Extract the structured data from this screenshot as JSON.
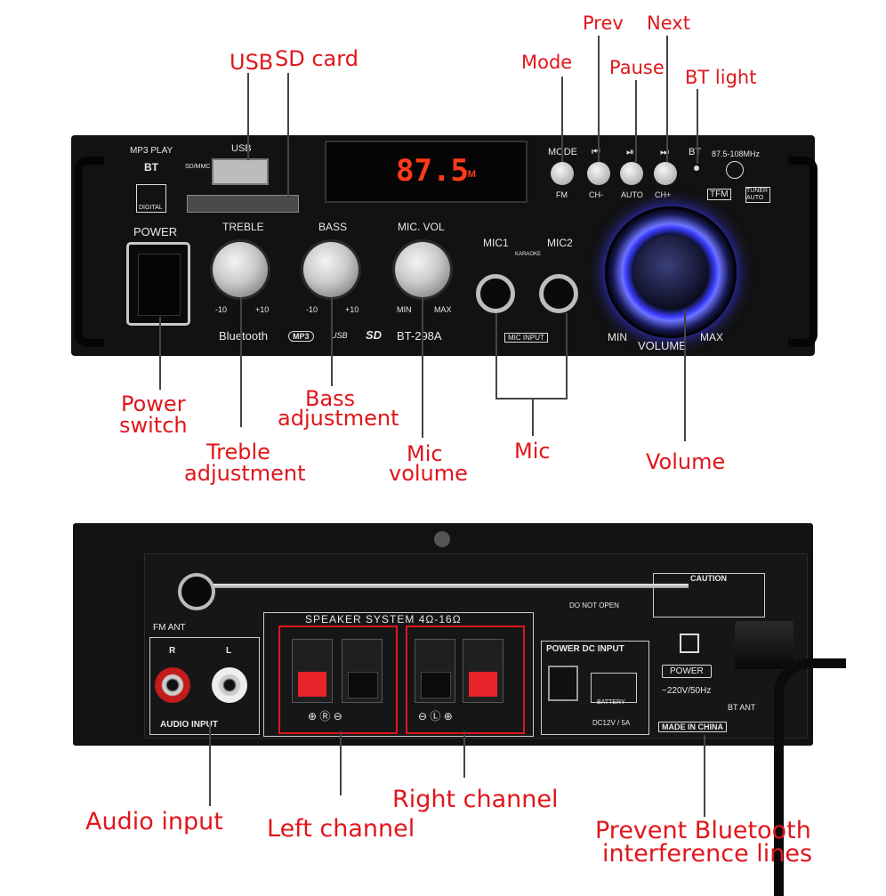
{
  "callouts": {
    "usb": "USB",
    "sd_card": "SD card",
    "mode": "Mode",
    "prev": "Prev",
    "next": "Next",
    "pause": "Pause",
    "bt_light": "BT light",
    "power_switch_1": "Power",
    "power_switch_2": "switch",
    "bass_1": "Bass",
    "bass_2": "adjustment",
    "treble_1": "Treble",
    "treble_2": "adjustment",
    "mic_volume_1": "Mic",
    "mic_volume_2": "volume",
    "mic": "Mic",
    "volume": "Volume",
    "audio_input": "Audio input",
    "left_channel": "Left channel",
    "right_channel": "Right channel",
    "prevent_1": "Prevent Bluetooth",
    "prevent_2": "interference lines"
  },
  "front_panel": {
    "mp3_play": "MP3 PLAY",
    "bt": "BT",
    "digital": "DIGITAL",
    "usb": "USB",
    "sd_mmc": "SD/MMC",
    "display": "87.5",
    "display_unit": "FM",
    "mode": "MODE",
    "bt_label": "BT",
    "freq": "87.5-108MHz",
    "fm": "FM",
    "ch_minus": "CH-",
    "auto": "AUTO",
    "ch_plus": "CH+",
    "tfm": "TFM",
    "tuner_auto": "TUNER AUTO",
    "power": "POWER",
    "treble": "TREBLE",
    "bass": "BASS",
    "mic_vol": "MIC. VOL",
    "t_min": "-10",
    "t_max": "+10",
    "b_min": "-10",
    "b_max": "+10",
    "m_min": "MIN",
    "m_max": "MAX",
    "mic1": "MIC1",
    "mic2": "MIC2",
    "karaoke": "KARAOKE",
    "mic_input": "MIC INPUT",
    "bluetooth": "Bluetooth",
    "mp3": "MP3",
    "usb_logo": "USB",
    "sd_logo": "SD",
    "model": "BT-298A",
    "vol_min": "MIN",
    "vol_label": "VOLUME",
    "vol_max": "MAX"
  },
  "rear_panel": {
    "fm_ant": "FM ANT",
    "speaker_system": "SPEAKER SYSTEM 4Ω-16Ω",
    "audio_input": "AUDIO INPUT",
    "r": "R",
    "l": "L",
    "power_dc_input": "POWER DC INPUT",
    "battery": "BATTERY",
    "dc_rating": "DC12V / 5A",
    "do_not_open": "DO NOT OPEN",
    "caution": "CAUTION",
    "power": "POWER",
    "ac_rating": "~220V/50Hz",
    "made_in": "MADE IN CHINA",
    "bt_ant": "BT ANT"
  }
}
